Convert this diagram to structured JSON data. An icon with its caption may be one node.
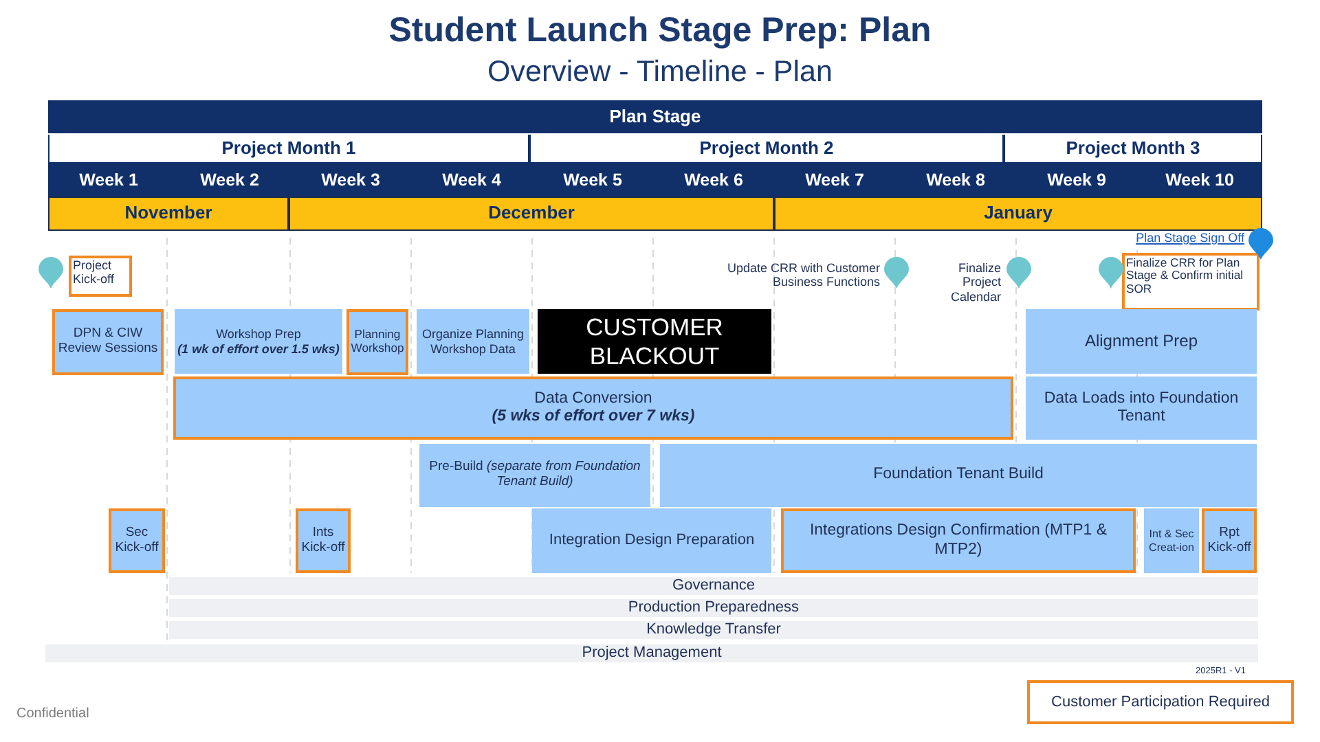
{
  "diagram": {
    "title": "Student Launch Stage Prep: Plan",
    "nodes": [
      {
        "text": [
          "Plan Stage"
        ]
      },
      {
        "text": [
          "Project Month 1"
        ]
      },
      {
        "text": [
          "Project Month 2"
        ]
      },
      {
        "text": [
          "Project Month 3"
        ]
      },
      {
        "text": [
          "Week 1"
        ]
      },
      {
        "text": [
          "Week 2"
        ]
      },
      {
        "text": [
          "Week 3"
        ]
      },
      {
        "text": [
          "Week 4"
        ]
      },
      {
        "text": [
          "Week 5"
        ]
      },
      {
        "text": [
          "Week 6"
        ]
      },
      {
        "text": [
          "Week 7"
        ]
      },
      {
        "text": [
          "Week 8"
        ]
      },
      {
        "text": [
          "Week 9"
        ]
      },
      {
        "text": [
          "Week 10"
        ]
      },
      {
        "text": [
          "November"
        ]
      },
      {
        "text": [
          "December"
        ]
      },
      {
        "text": [
          "January"
        ]
      },
      {
        "text": [
          "Project Kick-off"
        ]
      },
      {
        "text": [
          "Finalize CRR for Plan Stage & Confirm initial SOR"
        ]
      },
      {
        "text": [
          "DPN & CIW Review Sessions"
        ]
      },
      {
        "text": [
          "Workshop Prep",
          "(1 wk of effort over 1.5 wks)"
        ]
      },
      {
        "text": [
          "Planning Workshop"
        ]
      },
      {
        "text": [
          "Organize Planning Workshop Data"
        ]
      },
      {
        "text": [
          "CUSTOMER BLACKOUT"
        ]
      },
      {
        "text": [
          "Alignment Prep"
        ]
      },
      {
        "text": [
          "Data Conversion",
          "(5 wks of effort over 7 wks)"
        ]
      },
      {
        "text": [
          "Data Loads into Foundation Tenant"
        ]
      },
      {
        "text": [
          "Pre-Build *(separate from Foundation Tenant Build)*"
        ]
      },
      {
        "text": [
          "Foundation Tenant Build"
        ]
      },
      {
        "text": [
          "Sec Kick-off"
        ]
      },
      {
        "text": [
          "Ints Kick-off"
        ]
      },
      {
        "text": [
          "Integration Design Preparation"
        ]
      },
      {
        "text": [
          "Integrations Design Confirmation (MTP1 & MTP2)"
        ]
      },
      {
        "text": [
          "Int & Sec Creat-ion"
        ]
      },
      {
        "text": [
          "Rpt Kick-off"
        ]
      },
      {
        "text": [
          "Governance"
        ]
      },
      {
        "text": [
          "Production Preparedness"
        ]
      },
      {
        "text": [
          "Knowledge Transfer"
        ]
      },
      {
        "text": [
          "Project Management"
        ]
      }
    ],
    "labels": [
      "Overview - Timeline - Plan",
      "Plan Stage Sign Off",
      "Update CRR with Customer Business Functions",
      "Finalize Project Calendar",
      "2025R1 - V1",
      "Confidential"
    ],
    "legend": [
      {
        "text": "Customer Participation Required"
      }
    ]
  }
}
